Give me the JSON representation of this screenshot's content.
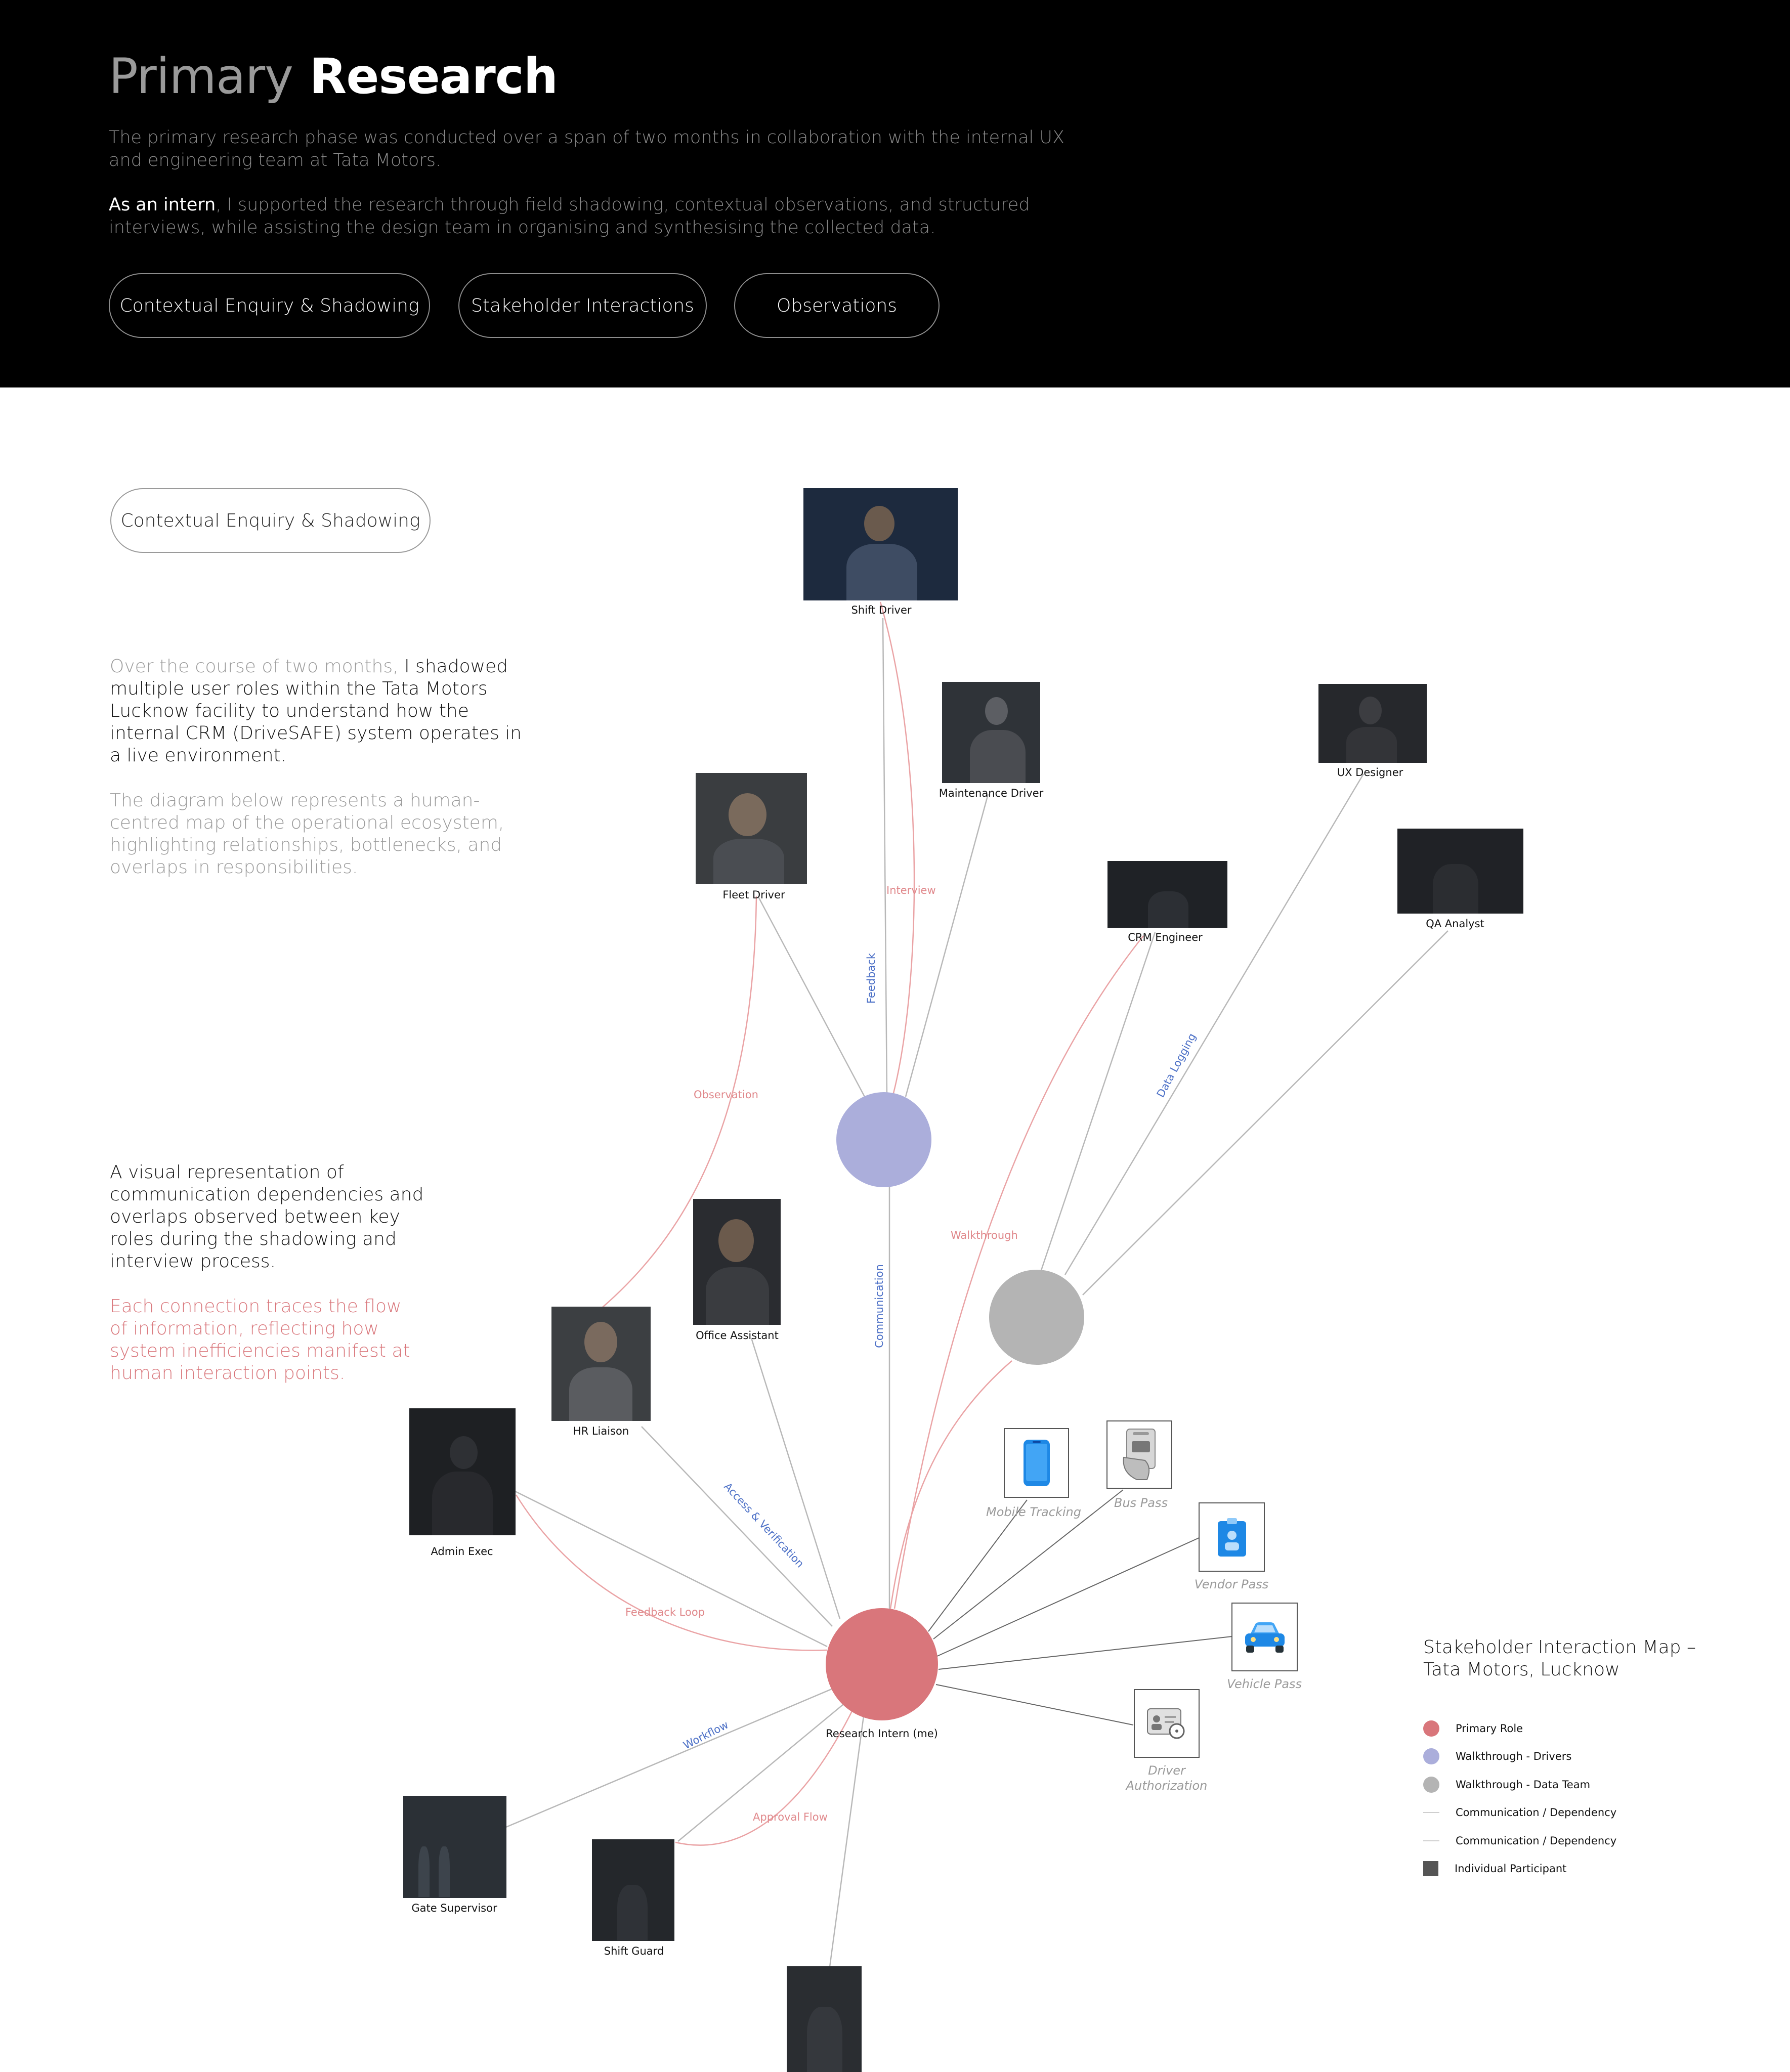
{
  "header": {
    "title_muted": "Primary",
    "title_bold": "Research",
    "para1": "The primary research phase was conducted over a span of two months in collaboration with the internal UX and engineering team at Tata Motors.",
    "para2_highlight": "As an intern",
    "para2_rest": ", I supported the research through field shadowing, contextual observations, and structured interviews, while assisting the design team in organising and synthesising the collected data.",
    "tabs": [
      "Contextual Enquiry & Shadowing",
      "Stakeholder Interactions",
      "Observations"
    ]
  },
  "section": {
    "pill": "Contextual Enquiry & Shadowing",
    "intro_grey": "Over the course of two months, ",
    "intro_dark": "I shadowed multiple user roles within the Tata Motors Lucknow facility to understand how the internal CRM (DriveSAFE) system operates in a live environment.",
    "intro2": "The diagram below represents a human-centred map of the operational ecosystem, highlighting relationships, bottlenecks, and overlaps in responsibilities.",
    "desc": "A visual representation of communication dependencies and overlaps observed between key roles during the shadowing and interview process.",
    "desc_red": "Each connection traces the flow of information, reflecting how system inefficiencies manifest at human interaction points."
  },
  "diagram": {
    "hubs": {
      "me": "Research Intern (me)"
    },
    "people": [
      "Shift Driver",
      "Maintenance Driver",
      "UX Designer",
      "Fleet Driver",
      "CRM Engineer",
      "QA Analyst",
      "Office Assistant",
      "HR Liaison",
      "Admin Exec",
      "Gate Supervisor",
      "Shift Guard"
    ],
    "items": [
      {
        "label": "Mobile Tracking",
        "icon": "mobile-phone-icon"
      },
      {
        "label": "Bus Pass",
        "icon": "bus-pass-icon"
      },
      {
        "label": "Vendor Pass",
        "icon": "id-badge-icon"
      },
      {
        "label": "Vehicle Pass",
        "icon": "car-icon"
      },
      {
        "label": "Driver Authorization",
        "icon": "driver-authorization-icon"
      }
    ],
    "edge_labels": {
      "interview": "Interview",
      "feedback": "Feedback",
      "observation": "Observation",
      "data_logging": "Data Logging",
      "walkthrough": "Walkthrough",
      "communication": "Communication",
      "access": "Access & Verification",
      "feedback_loop": "Feedback Loop",
      "workflow": "Workflow",
      "approval": "Approval Flow"
    },
    "colors": {
      "primary": "#d9767b",
      "drivers": "#abaedb",
      "data_team": "#b4b4b4",
      "edge_red": "#eaa3a5",
      "edge_grey": "#b8b8b8",
      "edge_dark": "#666666"
    }
  },
  "legend": {
    "title": "Stakeholder Interaction Map – Tata Motors, Lucknow",
    "items": [
      {
        "label": "Primary Role",
        "color": "#d9767b"
      },
      {
        "label": "Walkthrough - Drivers",
        "color": "#abaedb"
      },
      {
        "label": "Walkthrough - Data Team",
        "color": "#b4b4b4"
      },
      {
        "label": "Communication / Dependency",
        "color": "#cfcfcf"
      },
      {
        "label": "Communication / Dependency",
        "color": "#cfcfcf"
      },
      {
        "label": "Individual Participant",
        "color": "#555555"
      }
    ]
  }
}
